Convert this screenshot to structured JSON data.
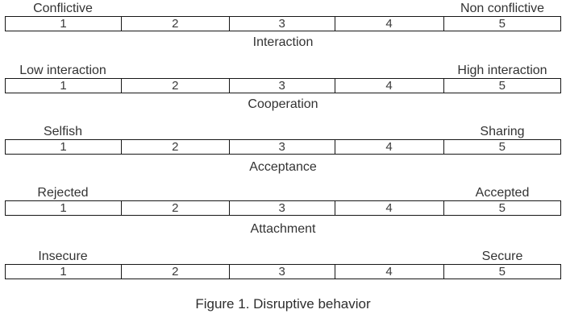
{
  "figure": {
    "caption": "Figure 1. Disruptive behavior"
  },
  "colors": {
    "background": "#ffffff",
    "text": "#333333",
    "table_border": "#161616"
  },
  "scales": [
    {
      "left_label": "Conflictive",
      "right_label": "Non conflictive",
      "below_label": "Interaction",
      "cells": [
        "1",
        "2",
        "3",
        "4",
        "5"
      ]
    },
    {
      "left_label": "Low interaction",
      "right_label": "High interaction",
      "below_label": "Cooperation",
      "cells": [
        "1",
        "2",
        "3",
        "4",
        "5"
      ]
    },
    {
      "left_label": "Selfish",
      "right_label": "Sharing",
      "below_label": "Acceptance",
      "cells": [
        "1",
        "2",
        "3",
        "4",
        "5"
      ]
    },
    {
      "left_label": "Rejected",
      "right_label": "Accepted",
      "below_label": "Attachment",
      "cells": [
        "1",
        "2",
        "3",
        "4",
        "5"
      ]
    },
    {
      "left_label": "Insecure",
      "right_label": "Secure",
      "below_label": "",
      "cells": [
        "1",
        "2",
        "3",
        "4",
        "5"
      ]
    }
  ]
}
